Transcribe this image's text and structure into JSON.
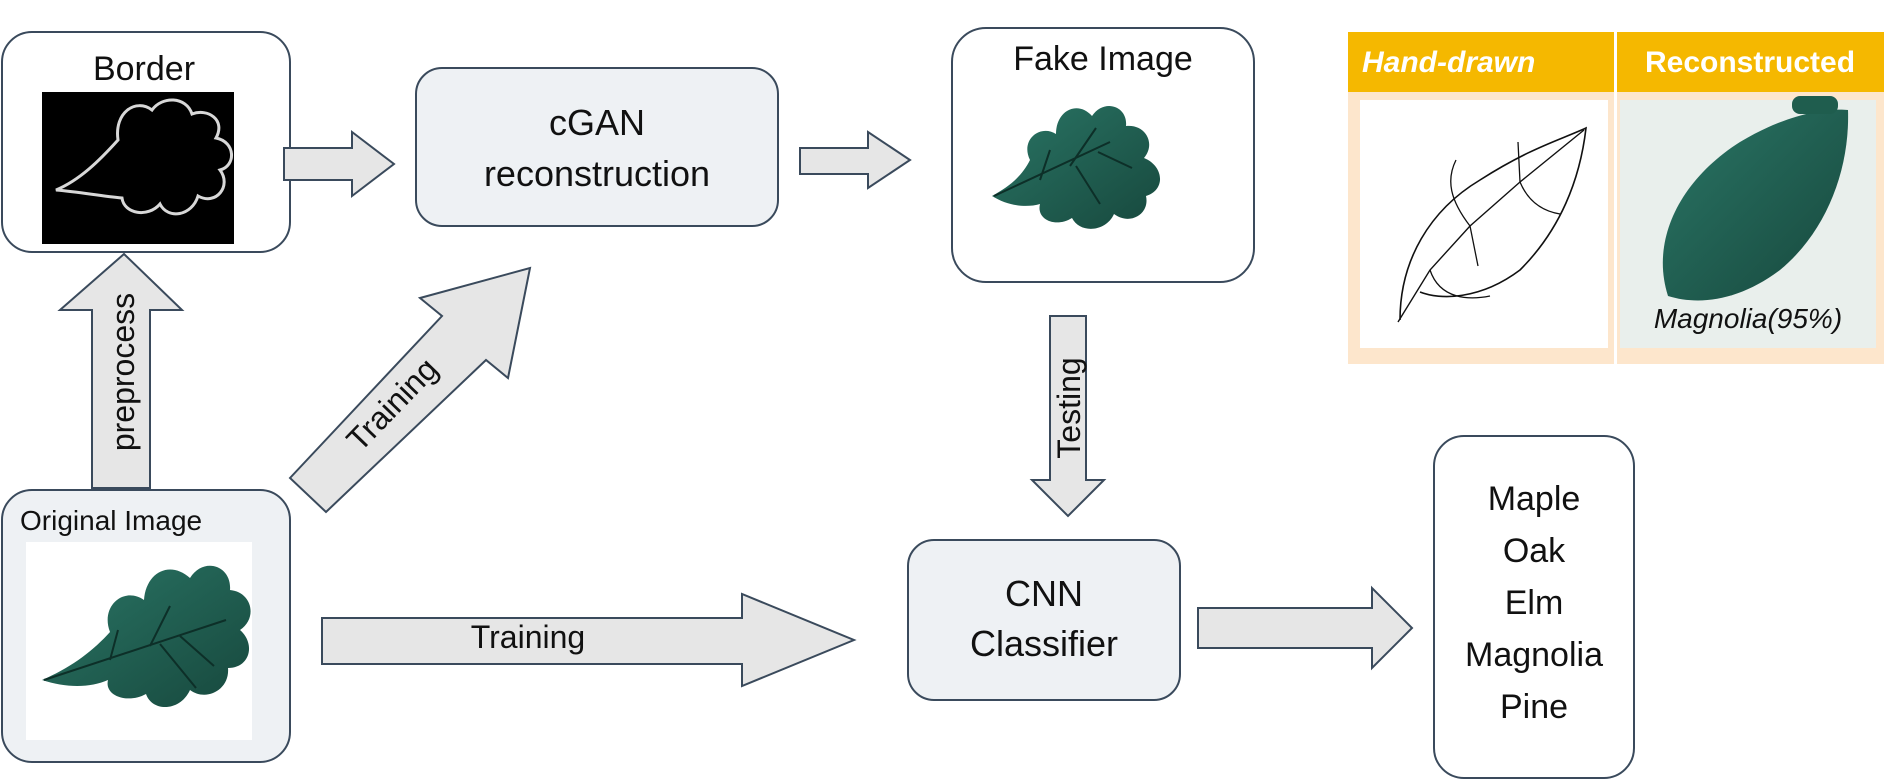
{
  "border_box": {
    "title": "Border"
  },
  "cgan_box": {
    "line1": "cGAN",
    "line2": "reconstruction"
  },
  "fake_box": {
    "title": "Fake Image"
  },
  "original_box": {
    "title": "Original Image"
  },
  "cnn_box": {
    "line1": "CNN",
    "line2": "Classifier"
  },
  "classes": [
    "Maple",
    "Oak",
    "Elm",
    "Magnolia",
    "Pine"
  ],
  "arrows": {
    "preprocess": "preprocess",
    "training_diag": "Training",
    "training_horiz": "Training",
    "testing": "Testing"
  },
  "inset": {
    "header_left": "Hand-drawn",
    "header_right": "Reconstructed",
    "prediction": "Magnolia(95%)",
    "header_color": "#f5b800",
    "panel_color": "#fde6cc"
  },
  "colors": {
    "box_fill": "#eef1f4",
    "box_stroke": "#3a4a5c",
    "arrow_fill": "#e6e6e6",
    "leaf_green": "#1f5d4e"
  }
}
